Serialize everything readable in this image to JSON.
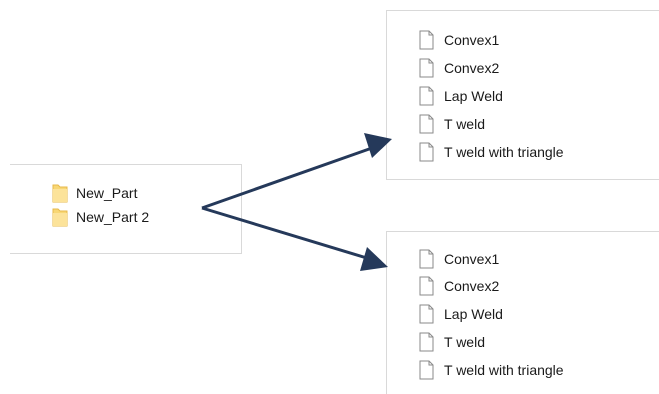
{
  "folders": [
    {
      "label": "New_Part",
      "icon": "folder-icon"
    },
    {
      "label": "New_Part 2",
      "icon": "folder-icon"
    }
  ],
  "top_files": [
    {
      "label": "Convex1",
      "icon": "file-icon"
    },
    {
      "label": "Convex2",
      "icon": "file-icon"
    },
    {
      "label": "Lap Weld",
      "icon": "file-icon"
    },
    {
      "label": "T weld",
      "icon": "file-icon"
    },
    {
      "label": "T weld with triangle",
      "icon": "file-icon"
    }
  ],
  "bottom_files": [
    {
      "label": "Convex1",
      "icon": "file-icon"
    },
    {
      "label": "Convex2",
      "icon": "file-icon"
    },
    {
      "label": "Lap Weld",
      "icon": "file-icon"
    },
    {
      "label": "T weld",
      "icon": "file-icon"
    },
    {
      "label": "T weld with triangle",
      "icon": "file-icon"
    }
  ],
  "colors": {
    "arrow": "#25395a",
    "folder": "#f8d775",
    "folder_dark": "#e7b94a",
    "border": "#d9d9d9"
  }
}
